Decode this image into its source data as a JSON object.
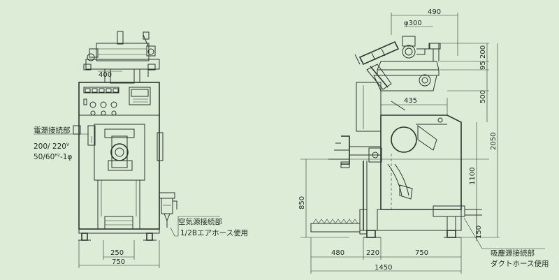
{
  "front_view": {
    "dimensions": {
      "top_400": "400",
      "bottom_250": "250",
      "bottom_750": "750"
    },
    "labels": {
      "power_title": "電源接続部",
      "power_voltage": "200/ 220",
      "power_voltage_sup": "V",
      "power_freq": "50/60",
      "power_freq_sup": "Hz",
      "power_phase": "-1φ",
      "air_title": "空気源接続部",
      "air_hose": "1/2Bエアホース使用"
    }
  },
  "side_view": {
    "dimensions": {
      "top_490": "490",
      "dia_300": "φ300",
      "width_435": "435",
      "h_200": "200",
      "h_95": "95",
      "h_500": "500",
      "h_2050": "2050",
      "h_1100": "1100",
      "h_850": "850",
      "h_150": "150",
      "b_480": "480",
      "b_220": "220",
      "b_750": "750",
      "b_1450": "1450"
    },
    "labels": {
      "dust_title": "吸塵源接続部",
      "dust_hose": "ダクトホース使用"
    }
  }
}
